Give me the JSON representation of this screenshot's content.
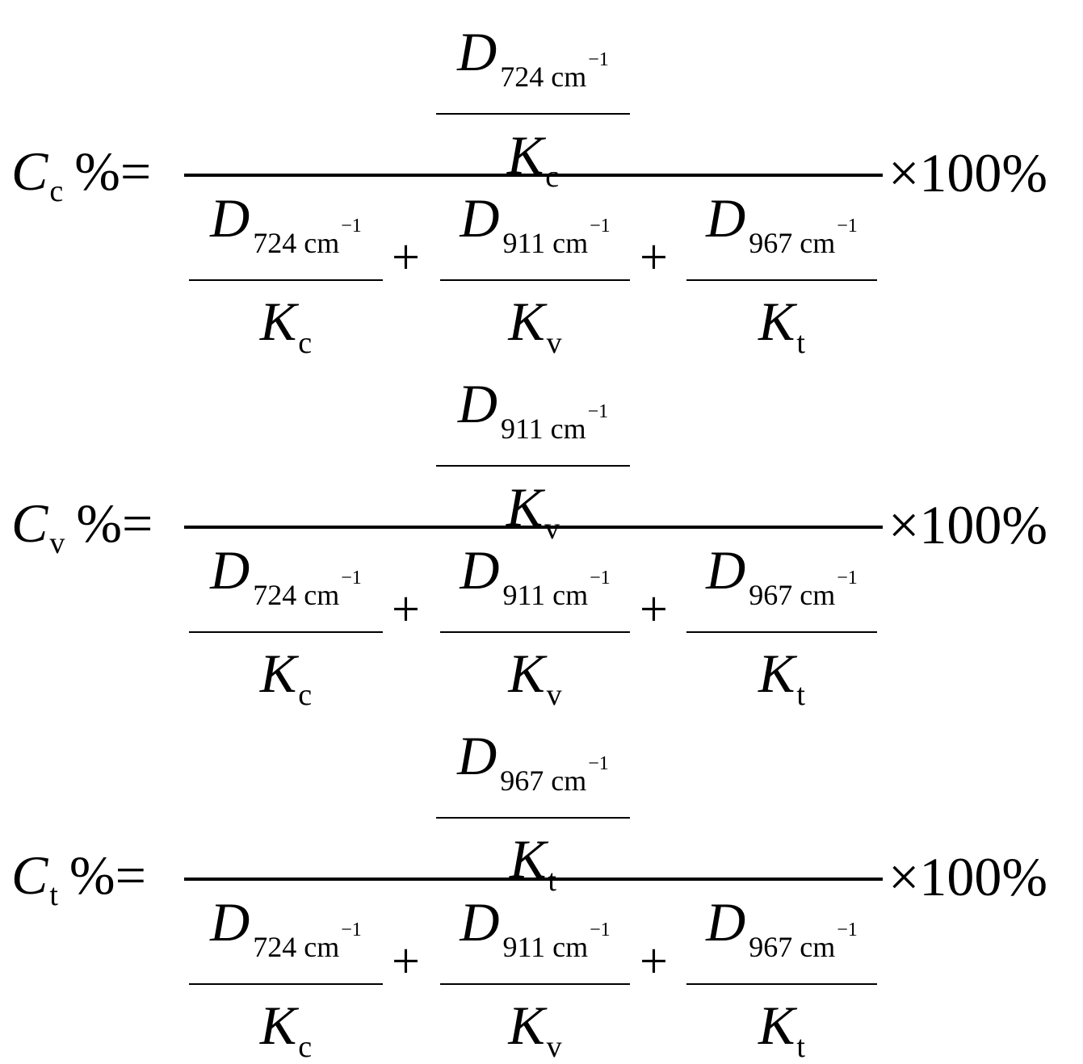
{
  "equations": [
    {
      "lhs_symbol": "C",
      "lhs_sub": "c",
      "lhs_percent": "%",
      "equals": "=",
      "numerator": {
        "D": "D",
        "D_sub": "724 cm",
        "D_sup": "−1",
        "K": "K",
        "K_sub": "c"
      },
      "denominator_terms": [
        {
          "D": "D",
          "D_sub": "724 cm",
          "D_sup": "−1",
          "K": "K",
          "K_sub": "c"
        },
        {
          "D": "D",
          "D_sub": "911 cm",
          "D_sup": "−1",
          "K": "K",
          "K_sub": "v"
        },
        {
          "D": "D",
          "D_sub": "967 cm",
          "D_sup": "−1",
          "K": "K",
          "K_sub": "t"
        }
      ],
      "plus": "+",
      "times": "×100%"
    },
    {
      "lhs_symbol": "C",
      "lhs_sub": "v",
      "lhs_percent": "%",
      "equals": "=",
      "numerator": {
        "D": "D",
        "D_sub": "911 cm",
        "D_sup": "−1",
        "K": "K",
        "K_sub": "v"
      },
      "denominator_terms": [
        {
          "D": "D",
          "D_sub": "724 cm",
          "D_sup": "−1",
          "K": "K",
          "K_sub": "c"
        },
        {
          "D": "D",
          "D_sub": "911 cm",
          "D_sup": "−1",
          "K": "K",
          "K_sub": "v"
        },
        {
          "D": "D",
          "D_sub": "967 cm",
          "D_sup": "−1",
          "K": "K",
          "K_sub": "t"
        }
      ],
      "plus": "+",
      "times": "×100%"
    },
    {
      "lhs_symbol": "C",
      "lhs_sub": "t",
      "lhs_percent": "%",
      "equals": "=",
      "numerator": {
        "D": "D",
        "D_sub": "967 cm",
        "D_sup": "−1",
        "K": "K",
        "K_sub": "t"
      },
      "denominator_terms": [
        {
          "D": "D",
          "D_sub": "724 cm",
          "D_sup": "−1",
          "K": "K",
          "K_sub": "c"
        },
        {
          "D": "D",
          "D_sub": "911 cm",
          "D_sup": "−1",
          "K": "K",
          "K_sub": "v"
        },
        {
          "D": "D",
          "D_sub": "967 cm",
          "D_sup": "−1",
          "K": "K",
          "K_sub": "t"
        }
      ],
      "plus": "+",
      "times": "×100%"
    }
  ]
}
